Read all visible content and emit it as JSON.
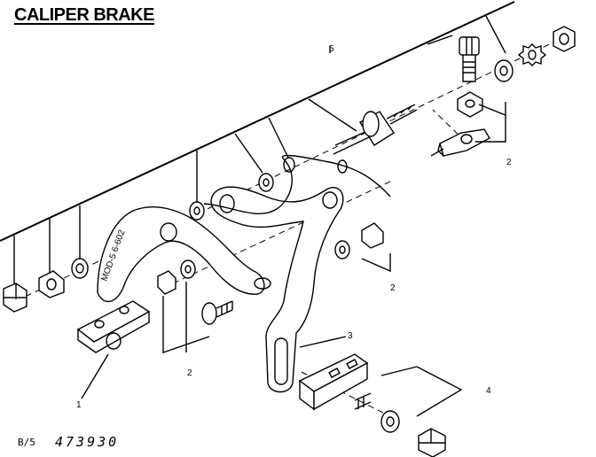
{
  "title": "CALIPER BRAKE",
  "footer": {
    "code": "B/5",
    "number": "473930"
  },
  "caliper_stamp": "MOD-5 6-602",
  "callouts": [
    {
      "id": "callout-1",
      "label": "1"
    },
    {
      "id": "callout-2a",
      "label": "2"
    },
    {
      "id": "callout-2b",
      "label": "2"
    },
    {
      "id": "callout-2c",
      "label": "2"
    },
    {
      "id": "callout-3",
      "label": "3"
    },
    {
      "id": "callout-4",
      "label": "4"
    },
    {
      "id": "callout-5",
      "label": "5"
    }
  ]
}
